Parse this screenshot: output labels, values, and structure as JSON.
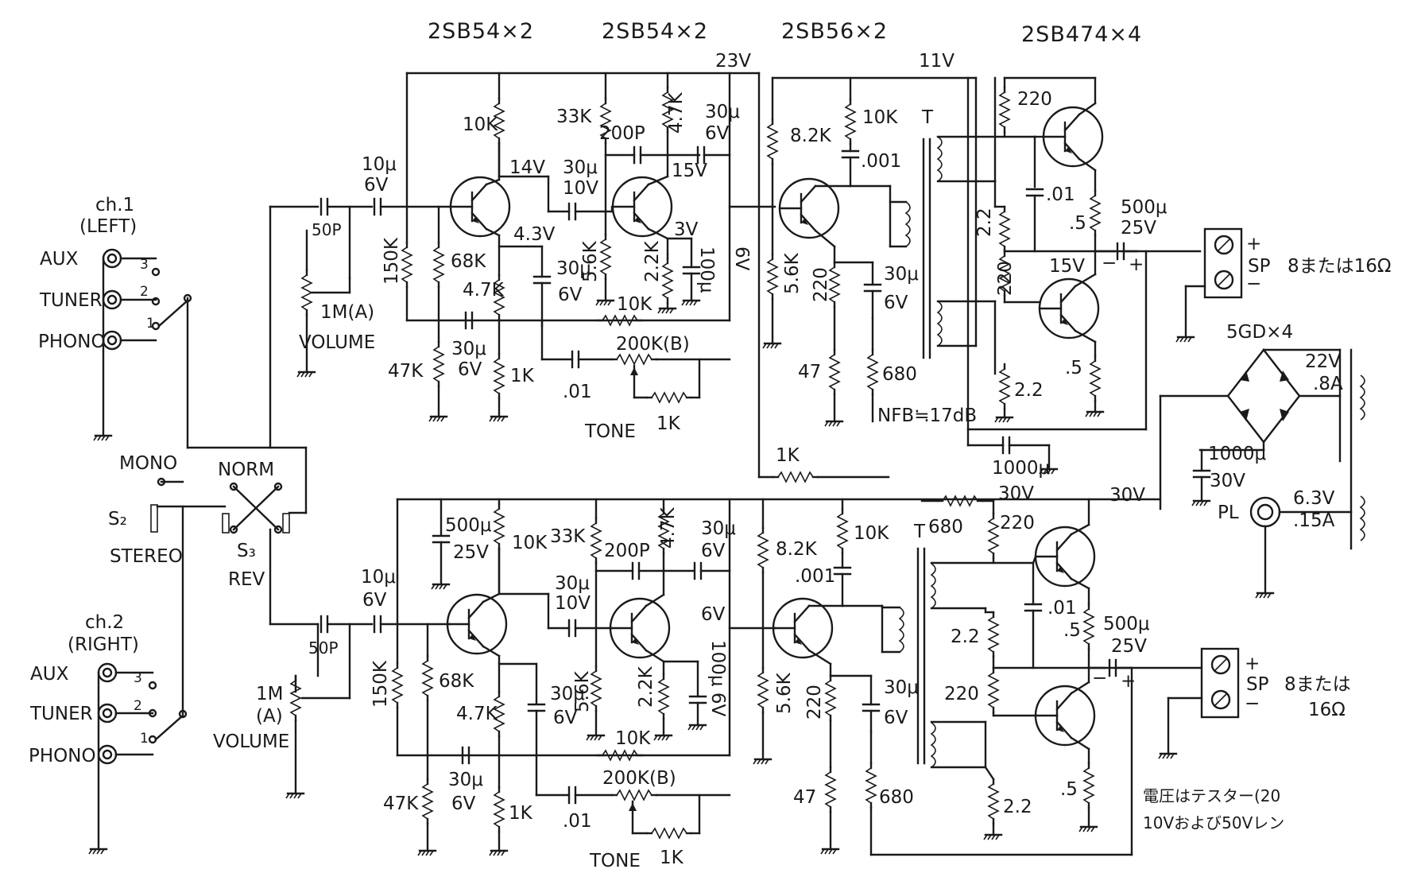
{
  "transistor_headers": [
    "2SB54×2",
    "2SB54×2",
    "2SB56×2",
    "2SB474×4"
  ],
  "supply": {
    "rail_23v": "23V",
    "driver_11v": "11V",
    "rail_30v_a": "30V",
    "rail_30v_b": "30V"
  },
  "inputs": {
    "ch1_title": "ch.1",
    "ch1_sub": "(LEFT)",
    "ch2_title": "ch.2",
    "ch2_sub": "(RIGHT)",
    "aux": "AUX",
    "tuner": "TUNER",
    "phono": "PHONO",
    "pos3": "3",
    "pos2": "2",
    "pos1": "1"
  },
  "mode_switches": {
    "mono": "MONO",
    "s2": "S₂",
    "stereo": "STEREO",
    "norm": "NORM",
    "s3": "S₃",
    "rev": "REV"
  },
  "ch1": {
    "c_in": "10μ",
    "c_in_v": "6V",
    "c_50p": "50P",
    "vol": "1M(A)",
    "vol_name": "VOLUME",
    "r150k": "150K",
    "r68k": "68K",
    "r47k_e": "4.7K",
    "r47k_b": "47K",
    "c30u_a": "30μ",
    "c30u_a_v": "6V",
    "r1k_a": "1K",
    "r10k_c": "10K",
    "v14": "14V",
    "v43": "4.3V",
    "c30u_b": "30μ",
    "c30u_b_v": "10V",
    "r33k": "33K",
    "c200p": "200P",
    "r47k_c2": "4.7K",
    "c30u_c": "30μ",
    "c30u_c_v": "6V",
    "v15": "15V",
    "r56k": "5.6K",
    "r22k": "2.2K",
    "v3": "3V",
    "c100u": "100μ",
    "c100u_v": "6V",
    "c30u_d": "30μ",
    "c30u_d_v": "6V",
    "r10k_fb": "10K",
    "tone_pot": "200K(B)",
    "c01": ".01",
    "tone": "TONE",
    "r1k_t": "1K",
    "r82k": "8.2K",
    "r10k_d": "10K",
    "c001": ".001",
    "r56k_d": "5.6K",
    "r220_d": "220",
    "c30u_e": "30μ",
    "c30u_e_v": "6V",
    "r47": "47",
    "r680": "680",
    "nfb": "NFB≒17dB",
    "xfmr": "T",
    "r220_top": "220",
    "c01_out": ".01",
    "r22_a": "2.2",
    "r220_b": "220",
    "v15_out": "15V",
    "r05_a": ".5",
    "r05_b": ".5",
    "r22_b": "2.2",
    "c500u": "500μ",
    "c500u_v": "25V",
    "sp": "SP",
    "sp_imp": "8または16Ω",
    "plus": "+",
    "minus": "−",
    "r1k_link": "1K",
    "c1000u_link": "1000μ"
  },
  "ch2": {
    "c_in": "10μ",
    "c_in_v": "6V",
    "c_50p": "50P",
    "vol": "1M",
    "vol_a": "(A)",
    "vol_name": "VOLUME",
    "r150k": "150K",
    "r68k": "68K",
    "r47k_e": "4.7K",
    "r47k_b": "47K",
    "c30u_a": "30μ",
    "c30u_a_v": "6V",
    "r1k_a": "1K",
    "c500u_dec": "500μ",
    "c500u_dec_v": "25V",
    "r10k_c": "10K",
    "c30u_b": "30μ",
    "c30u_b_v": "10V",
    "r33k": "33K",
    "c200p": "200P",
    "r47k_c2": "4.7K",
    "c30u_c": "30μ",
    "c30u_c_v": "6V",
    "r56k": "5.6K",
    "r22k": "2.2K",
    "c100u": "100μ 6V",
    "v6": "6V",
    "c30u_d": "30μ",
    "c30u_d_v": "6V",
    "r10k_fb": "10K",
    "tone_pot": "200K(B)",
    "c01": ".01",
    "tone": "TONE",
    "r1k_t": "1K",
    "r82k": "8.2K",
    "r10k_d": "10K",
    "c001": ".001",
    "r56k_d": "5.6K",
    "r220_d": "220",
    "c30u_e": "30μ",
    "c30u_e_v": "6V",
    "r47": "47",
    "r680": "680",
    "xfmr": "T",
    "r680_top": "680",
    "r220_top": "220",
    "c01_out": ".01",
    "r22_a": "2.2",
    "r220_b": "220",
    "r05_a": ".5",
    "r05_b": ".5",
    "r22_b": "2.2",
    "c500u": "500μ",
    "c500u_v": "25V",
    "sp": "SP",
    "sp_imp_a": "8または",
    "sp_imp_b": "16Ω",
    "plus": "+",
    "minus": "−"
  },
  "power": {
    "rectifier": "5GD×4",
    "v22": "22V",
    "a08": ".8A",
    "c1000u": "1000μ",
    "c1000u_v": "30V",
    "pl": "PL",
    "pl_v": "6.3V",
    "pl_a": ".15A"
  },
  "note": {
    "line1": "電圧はテスター(20",
    "line2": "10Vおよび50Vレン"
  }
}
